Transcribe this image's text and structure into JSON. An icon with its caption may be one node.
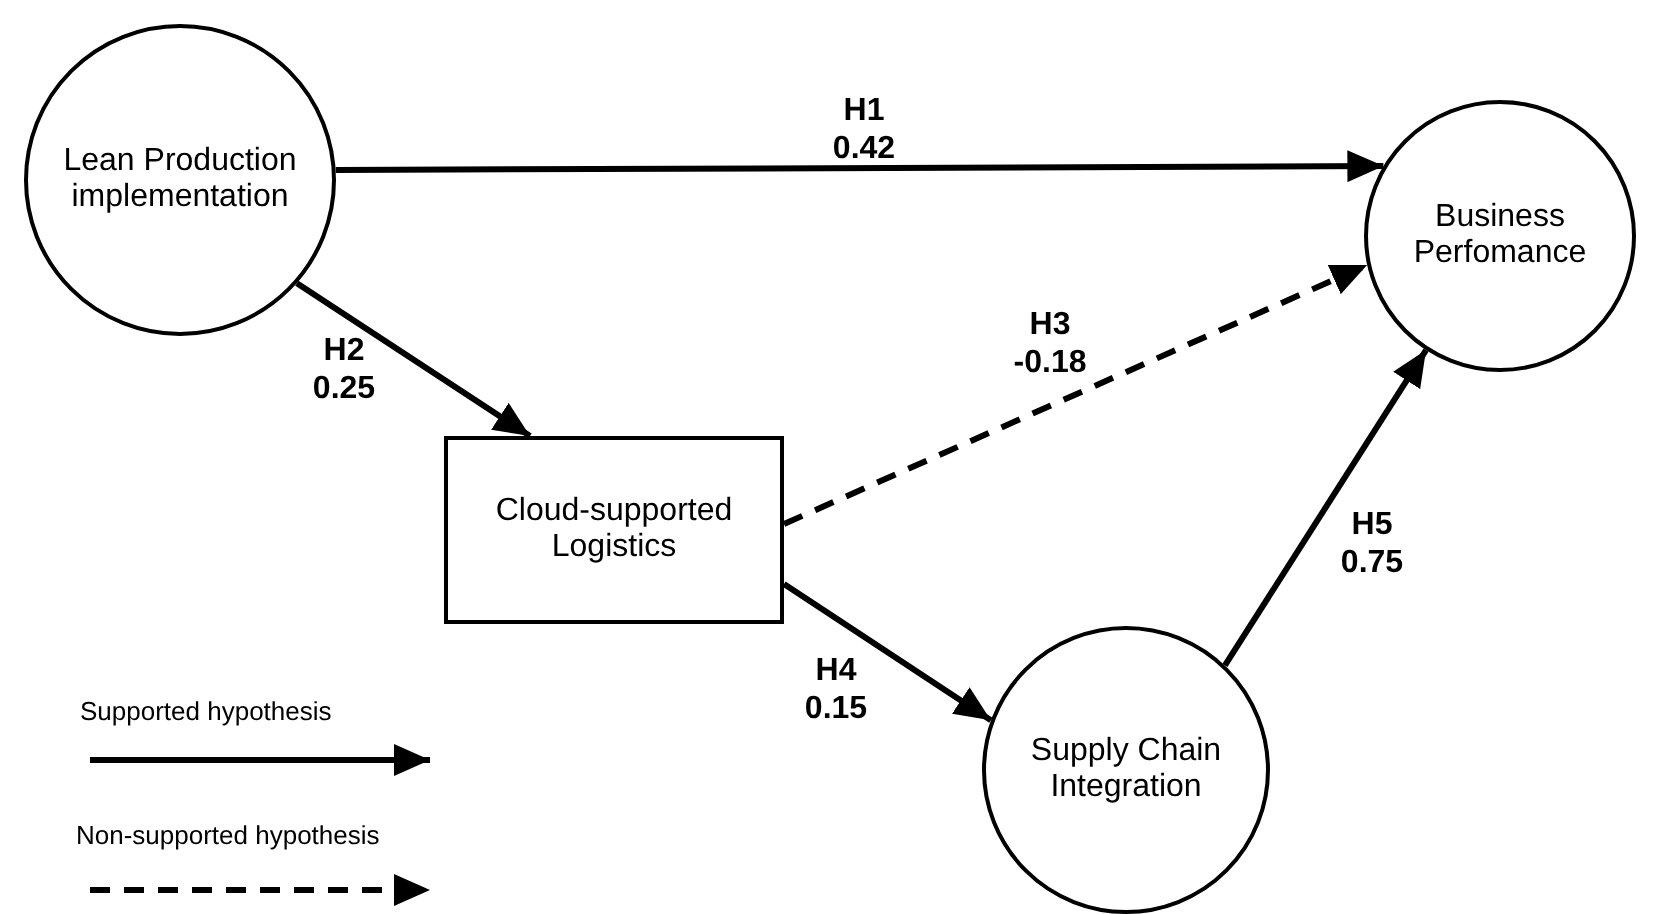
{
  "diagram": {
    "nodes": [
      {
        "text": [
          "Lean Production implementation"
        ]
      },
      {
        "text": [
          "Business Perfomance"
        ]
      },
      {
        "text": [
          "Cloud-supported Logistics"
        ]
      },
      {
        "text": [
          "Supply Chain Integration"
        ]
      }
    ],
    "edges": [
      {
        "from": 0,
        "to": 1,
        "arrow": "to",
        "label": "H1 0.42"
      },
      {
        "from": 0,
        "to": 2,
        "arrow": "to",
        "label": "H2 0.25"
      },
      {
        "from": 2,
        "to": 1,
        "arrow": "to",
        "label": "H3 -0.18",
        "style": "dashed"
      },
      {
        "from": 2,
        "to": 3,
        "arrow": "to",
        "label": "H4 0.15"
      },
      {
        "from": 3,
        "to": 1,
        "arrow": "to",
        "label": "H5 0.75"
      }
    ],
    "legend": [
      {
        "text": "Supported hypothesis"
      },
      {
        "text": "Non-supported hypothesis"
      }
    ]
  }
}
